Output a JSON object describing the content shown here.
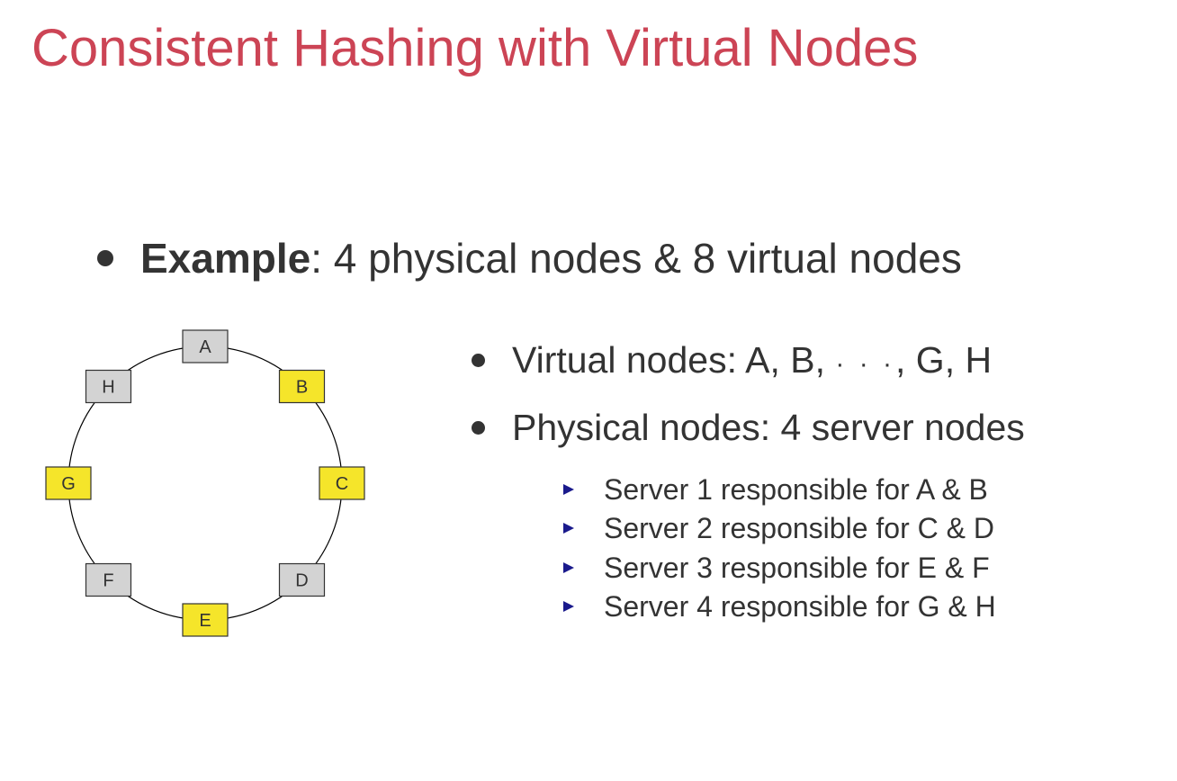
{
  "title": "Consistent Hashing with Virtual Nodes",
  "example": {
    "bold": "Example",
    "rest": ": 4 physical nodes & 8 virtual nodes"
  },
  "virtual_nodes_line": {
    "before": "Virtual nodes: A, B,",
    "ellipsis": "· · ·",
    "after": ", G, H"
  },
  "physical_nodes_line": "Physical nodes: 4 server nodes",
  "servers": [
    "Server 1 responsible for A & B",
    "Server 2 responsible for C & D",
    "Server 3 responsible for E & F",
    "Server 4 responsible for G & H"
  ],
  "ring": {
    "nodes": [
      {
        "label": "A",
        "highlighted": false
      },
      {
        "label": "B",
        "highlighted": true
      },
      {
        "label": "C",
        "highlighted": true
      },
      {
        "label": "D",
        "highlighted": false
      },
      {
        "label": "E",
        "highlighted": true
      },
      {
        "label": "F",
        "highlighted": false
      },
      {
        "label": "G",
        "highlighted": true
      },
      {
        "label": "H",
        "highlighted": false
      }
    ]
  },
  "colors": {
    "title": "#cc4455",
    "text": "#333333",
    "highlight_fill": "#f5e52a",
    "normal_fill": "#d3d3d3",
    "arrow": "#1a1a8c"
  }
}
